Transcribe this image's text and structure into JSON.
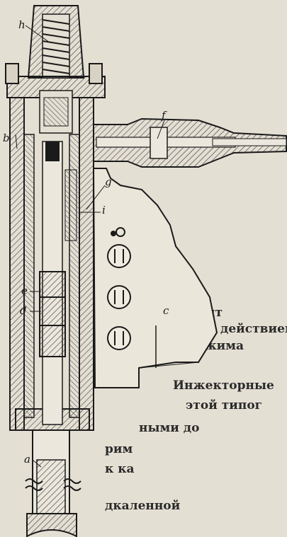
{
  "figure": {
    "labels": {
      "h": "h",
      "b": "b",
      "f": "f",
      "g": "g",
      "i": "i",
      "e": "e",
      "d": "d",
      "c": "c",
      "a": "a"
    },
    "background_text": [
      "типолит",
      "под действием",
      "нажима",
      "Инжекторные",
      "этой типог",
      "ными до",
      "рим",
      "к ка",
      "дкаленной"
    ]
  },
  "colors": {
    "paper": "#e4dfd3",
    "ink": "#1a1a1a",
    "hatch": "#3a3a3a"
  }
}
